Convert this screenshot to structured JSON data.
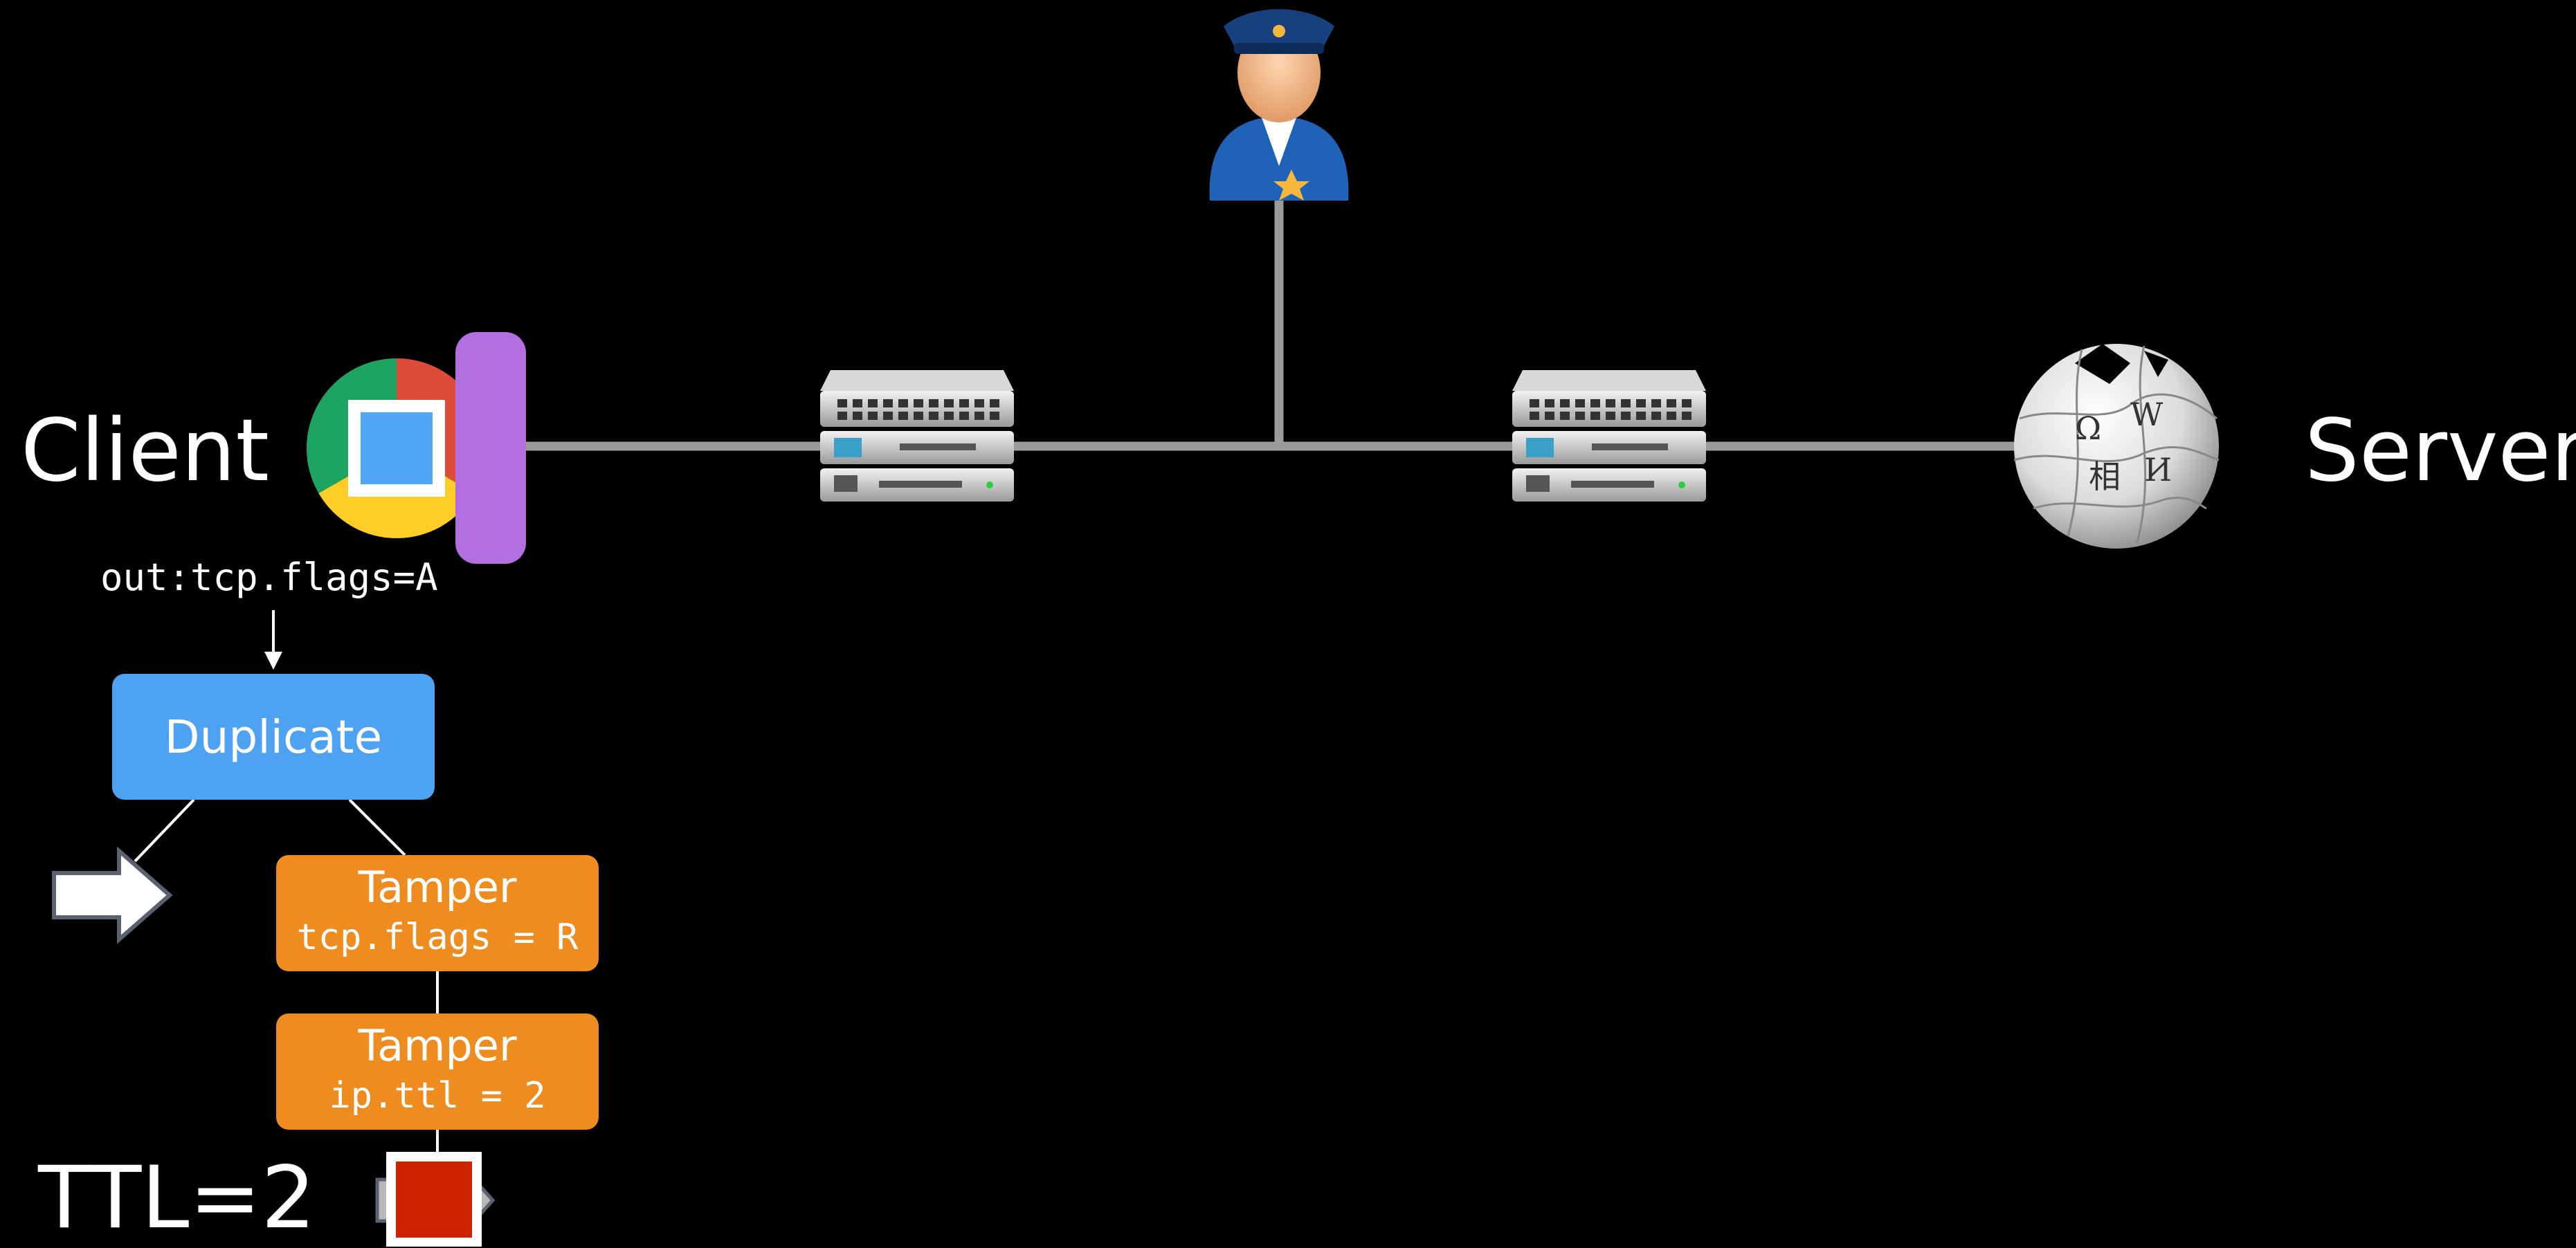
{
  "labels": {
    "client": "Client",
    "server": "Server",
    "ttl": "TTL=2",
    "filter": "out:tcp.flags=A"
  },
  "strategy": {
    "duplicate": "Duplicate",
    "tamper1_title": "Tamper",
    "tamper1_expr": "tcp.flags = R",
    "tamper2_title": "Tamper",
    "tamper2_expr": "ip.ttl = 2"
  },
  "icons": {
    "client": "browser-icon",
    "engine": "strategy-engine-bar",
    "router_left": "router-icon",
    "router_right": "router-icon",
    "censor": "censor-officer-icon",
    "server": "wikipedia-globe-icon",
    "forward_packet": "arrow-right-icon",
    "dropped_packet": "red-packet-icon"
  },
  "colors": {
    "background": "#000000",
    "duplicate": "#4da3f2",
    "tamper": "#ef8c1f",
    "engine": "#b36ee0",
    "link": "#9a9a9a",
    "packet": "#cc2200"
  }
}
